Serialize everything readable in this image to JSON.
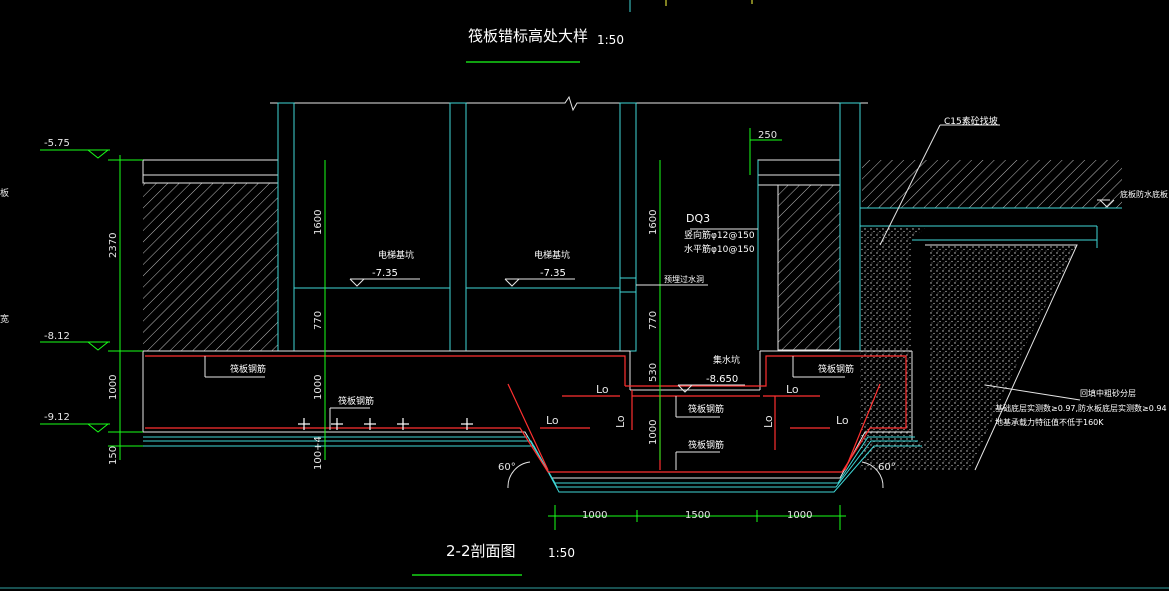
{
  "titles": {
    "top_title": "筏板错标高处大样",
    "top_scale": "1:50",
    "bottom_title": "2-2剖面图",
    "bottom_scale": "1:50"
  },
  "elevations": {
    "e1": "-5.75",
    "e2": "-8.12",
    "e3": "-9.12",
    "e_left_pit": "-7.35",
    "e_mid_pit": "-7.35",
    "e_sump": "-8.650"
  },
  "dimensions": {
    "d_2370": "2370",
    "d_1000_left": "1000",
    "d_150": "150",
    "d_1600_a": "1600",
    "d_770_a": "770",
    "d_1000_mid": "1000",
    "d_100": "100+4",
    "d_1600_b": "1600",
    "d_770_b": "770",
    "d_530": "530",
    "d_1000_b": "1000",
    "d_250": "250",
    "d_bottom_1": "1000",
    "d_bottom_2": "1500",
    "d_bottom_3": "1000",
    "angle_left": "60°",
    "angle_right": "60°"
  },
  "labels": {
    "pit_left": "电梯基坑",
    "pit_mid": "电梯基坑",
    "sump": "集水坑",
    "raft_rebar_1": "筏板钢筋",
    "raft_rebar_2": "筏板钢筋",
    "raft_rebar_3": "筏板钢筋",
    "raft_rebar_4": "筏板钢筋",
    "raft_rebar_5": "筏板钢筋",
    "embedded_pipe": "预埋过水洞",
    "wall_code": "DQ3",
    "wall_rebar_v": "竖向筋φ12@150",
    "wall_rebar_h": "水平筋φ10@150",
    "concrete": "C15素砼找坡",
    "waterproof": "底板防水底板",
    "backfill_1": "回填中粗砂分层",
    "backfill_2": "基础底层实测数≥0.97,防水板底层实测数≥0.94",
    "backfill_3": "地基承载力特征值不低于160K",
    "lo": "Lo",
    "edge_left_1": "板",
    "edge_left_2": "宽"
  }
}
